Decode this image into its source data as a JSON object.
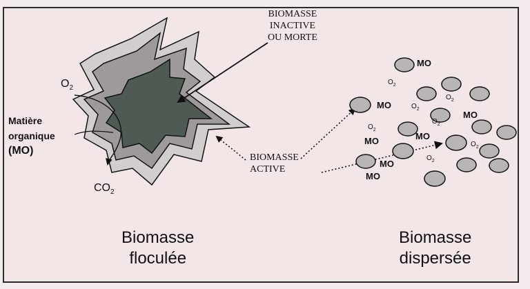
{
  "labels": {
    "inactive_line1": "BIOMASSE",
    "inactive_line2": "INACTIVE",
    "inactive_line3": "OU MORTE",
    "o2_left": "O",
    "o2_sub": "2",
    "matiere_line1": "Matière",
    "matiere_line2": "organique",
    "matiere_line3": "(MO)",
    "co2_main": "CO",
    "co2_sub": "2",
    "active_line1": "BIOMASSE",
    "active_line2": "ACTIVE",
    "floc_line1": "Biomasse",
    "floc_line2": "floculée",
    "disp_line1": "Biomasse",
    "disp_line2": "dispersée"
  },
  "dispersed": {
    "mo_label": "MO",
    "o2_label": "O",
    "o2_sub": "2"
  },
  "colors": {
    "outer_floc": "#d2cece",
    "middle_floc": "#9f9a9a",
    "core_floc": "#4f5a53",
    "particle": "#b9b5b5",
    "outline": "#111111"
  }
}
